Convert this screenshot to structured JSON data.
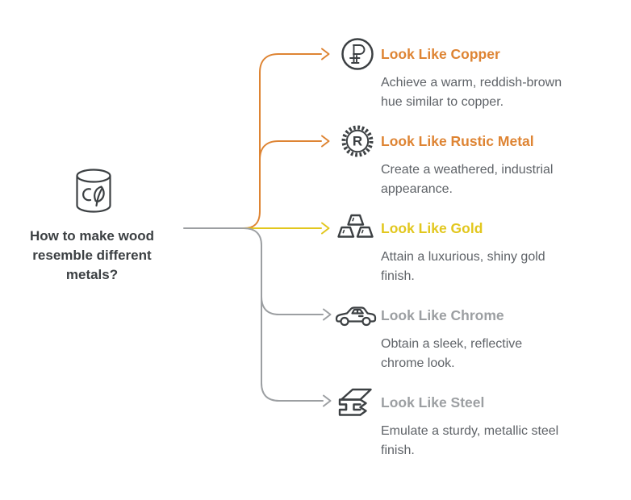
{
  "root": {
    "title": "How to make wood\nresemble different\nmetals?",
    "icon": "eco-paint-can-icon"
  },
  "colors": {
    "orange": "#DE8433",
    "yellow": "#E2C71E",
    "gray": "#9C9FA2",
    "icon_stroke": "#3C4043",
    "heading_text": "#3C4043",
    "description_text": "#5F6368"
  },
  "branches": [
    {
      "title": "Look Like Copper",
      "description": "Achieve a warm, reddish-brown\nhue similar to copper.",
      "color": "#DE8433",
      "icon": "ruble-coin-icon"
    },
    {
      "title": "Look Like Rustic Metal",
      "description": "Create a weathered, industrial\nappearance.",
      "color": "#DE8433",
      "icon": "gear-badge-icon",
      "glyph": "R"
    },
    {
      "title": "Look Like Gold",
      "description": "Attain a luxurious, shiny gold\nfinish.",
      "color": "#E2C71E",
      "icon": "gold-ingots-icon"
    },
    {
      "title": "Look Like Chrome",
      "description": "Obtain a sleek, reflective\nchrome look.",
      "color": "#9C9FA2",
      "icon": "car-icon"
    },
    {
      "title": "Look Like Steel",
      "description": "Emulate a sturdy, metallic steel\nfinish.",
      "color": "#9C9FA2",
      "icon": "steel-beam-icon"
    }
  ]
}
